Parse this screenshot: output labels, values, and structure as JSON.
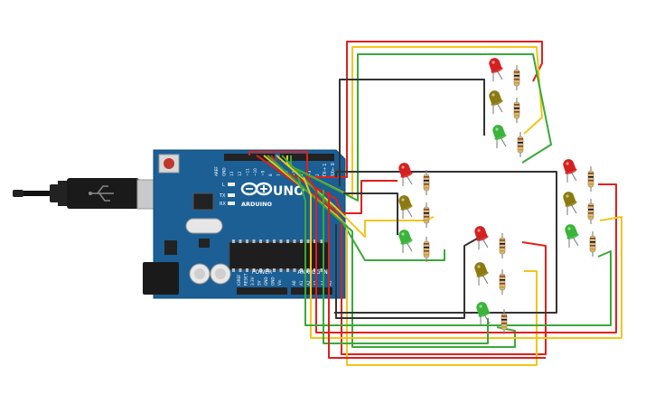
{
  "board": {
    "brand": "ARDUINO",
    "model": "UNO",
    "power_label": "POWER",
    "analog_label": "ANALOG IN",
    "led_l": "L",
    "led_tx": "TX",
    "led_rx": "RX",
    "tx_label": "TX→ 1",
    "rx_label": "RX← 0",
    "top_pin_labels": [
      "AREF",
      "GND",
      "13",
      "12",
      "~11",
      "~10",
      "~9",
      "8",
      "7",
      "~6",
      "~5",
      "4",
      "~3",
      "2"
    ],
    "power_pin_labels": [
      "IOREF",
      "RESET",
      "3.3V",
      "5V",
      "GND",
      "GND",
      "Vin"
    ],
    "analog_pin_labels": [
      "A0",
      "A1",
      "A2",
      "A3",
      "A4",
      "A5"
    ]
  },
  "colors": {
    "wire_red": "#e0201c",
    "wire_yellow": "#f2c51a",
    "wire_green": "#3aa93a",
    "wire_black": "#333333",
    "board_blue": "#1b5f95",
    "led_red": "#d42020",
    "led_yellow": "#8c7a10",
    "led_green": "#3ab43a"
  },
  "traffic_lights": [
    {
      "name": "light-top-center",
      "leds": [
        "red",
        "yellow",
        "green"
      ]
    },
    {
      "name": "light-left",
      "leds": [
        "red",
        "yellow",
        "green"
      ]
    },
    {
      "name": "light-bottom-center",
      "leds": [
        "red",
        "yellow",
        "green"
      ]
    },
    {
      "name": "light-right",
      "leds": [
        "red",
        "yellow",
        "green"
      ]
    }
  ]
}
